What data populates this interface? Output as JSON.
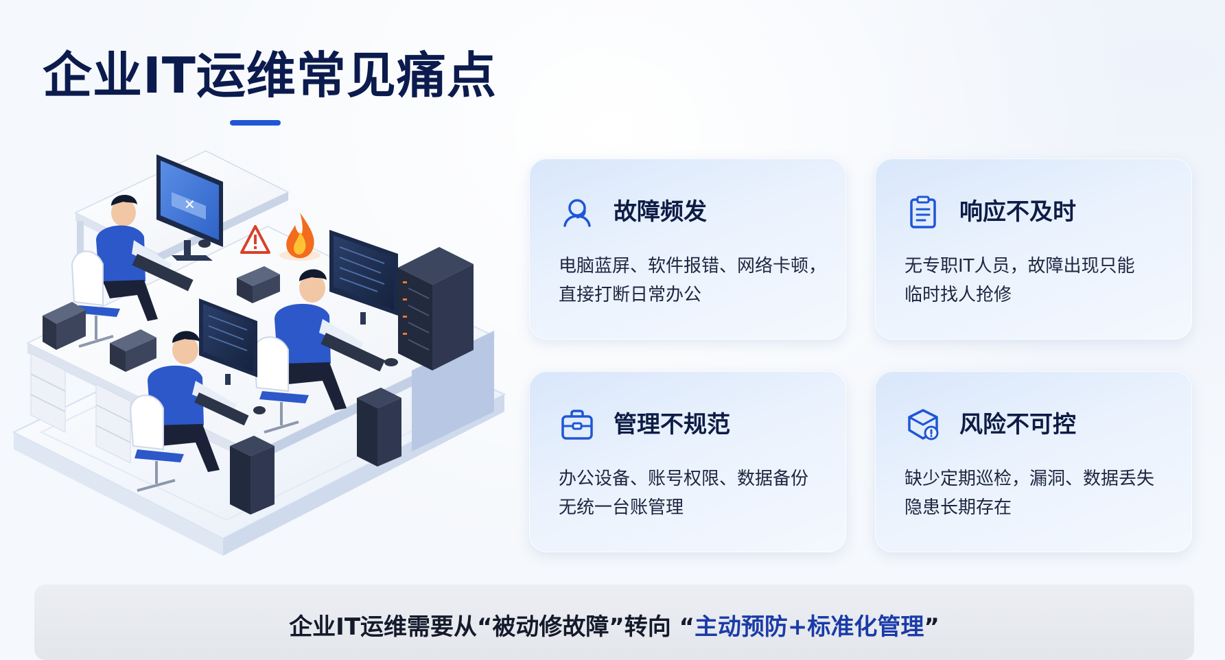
{
  "page": {
    "title": "企业IT运维常见痛点"
  },
  "cards": [
    {
      "icon": "support-person-icon",
      "title": "故障频发",
      "desc_lines": [
        "电脑蓝屏、软件报错、网络卡顿，",
        "直接打断日常办公"
      ]
    },
    {
      "icon": "clipboard-list-icon",
      "title": "响应不及时",
      "desc_lines": [
        "无专职IT人员，故障出现只能",
        "临时找人抢修"
      ]
    },
    {
      "icon": "toolbox-icon",
      "title": "管理不规范",
      "desc_lines": [
        "办公设备、账号权限、数据备份",
        "无统一台账管理"
      ]
    },
    {
      "icon": "risk-box-icon",
      "title": "风险不可控",
      "desc_lines": [
        "缺少定期巡检，漏洞、数据丢失",
        "隐患长期存在"
      ]
    }
  ],
  "banner": {
    "text_prefix": "企业IT运维需要从“被动修故障”转向",
    "text_open_quote": "“",
    "text_highlight": "主动预防+标准化管理",
    "text_close_quote": "”"
  },
  "colors": {
    "title": "#0b1b4d",
    "accent_blue": "#1f56d6",
    "highlight": "#1a3ba8",
    "card_bg": "#e3edfb"
  }
}
